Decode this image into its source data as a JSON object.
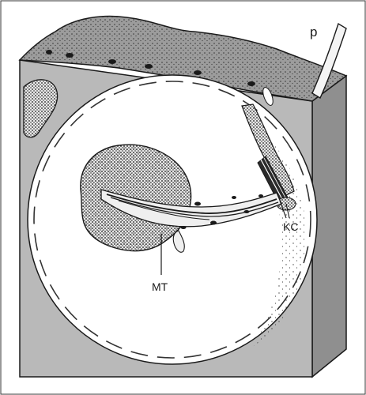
{
  "labels": {
    "p": "p",
    "kc": "KC",
    "mt": "MT"
  },
  "colors": {
    "block_fill": "#b9b9b9",
    "block_shadow": "#8f8f8f",
    "block_top": "#9c9c9c",
    "cavity_fill": "#ffffff",
    "ink": "#1a1a1a"
  },
  "icons": {
    "stipple": "stipple-texture"
  }
}
